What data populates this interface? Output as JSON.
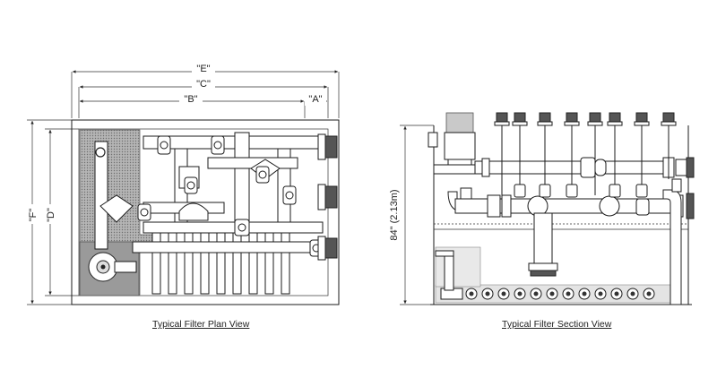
{
  "plan_view": {
    "caption": "Typical Filter Plan View",
    "dimensions": {
      "E": "\"E\"",
      "C": "\"C\"",
      "B": "\"B\"",
      "A": "\"A\"",
      "F": "\"F\"",
      "D": "\"D\""
    }
  },
  "section_view": {
    "caption": "Typical Filter Section View",
    "height_label": "84\" (2.13m)"
  },
  "colors": {
    "line": "#1b1b1b",
    "shaded": "#9a9a9a",
    "light_shaded": "#c9c9c9",
    "background": "#ffffff"
  }
}
